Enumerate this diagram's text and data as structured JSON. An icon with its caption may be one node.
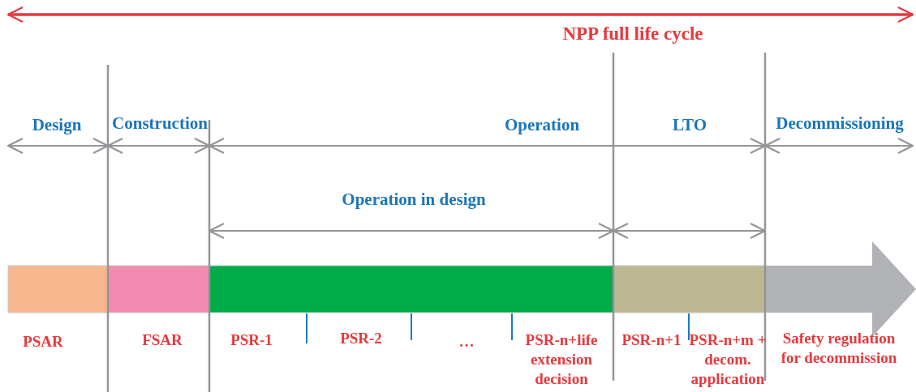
{
  "diagram": {
    "title": "NPP full life cycle",
    "labels": [
      "Design",
      "Construction",
      "Operation",
      "LTO",
      "Decommissioning",
      "Operation in design",
      "PSAR",
      "FSAR",
      "PSR-1",
      "PSR-2",
      "…",
      "PSR-n+life extension decision",
      "PSR-n+1",
      "PSR-n+m + decom. application",
      "Safety regulation for decommission"
    ]
  }
}
